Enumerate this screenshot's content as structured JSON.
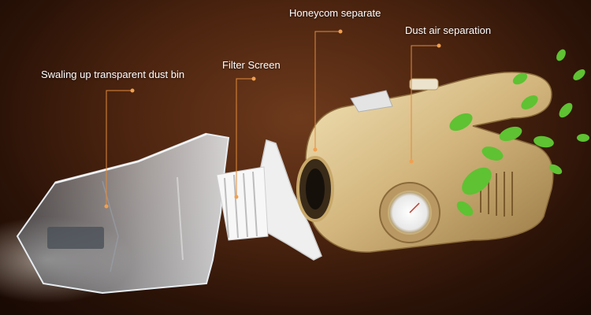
{
  "callouts": {
    "dust_bin": "Swaling up transparent dust bin",
    "filter_screen": "Filter Screen",
    "honeycomb": "Honeycom separate",
    "air_separation": "Dust air separation"
  },
  "colors": {
    "background": "#4a230f",
    "leader_line": "#e08a3c",
    "body_gold": "#d9c08a",
    "leaf_green": "#5ec232"
  }
}
